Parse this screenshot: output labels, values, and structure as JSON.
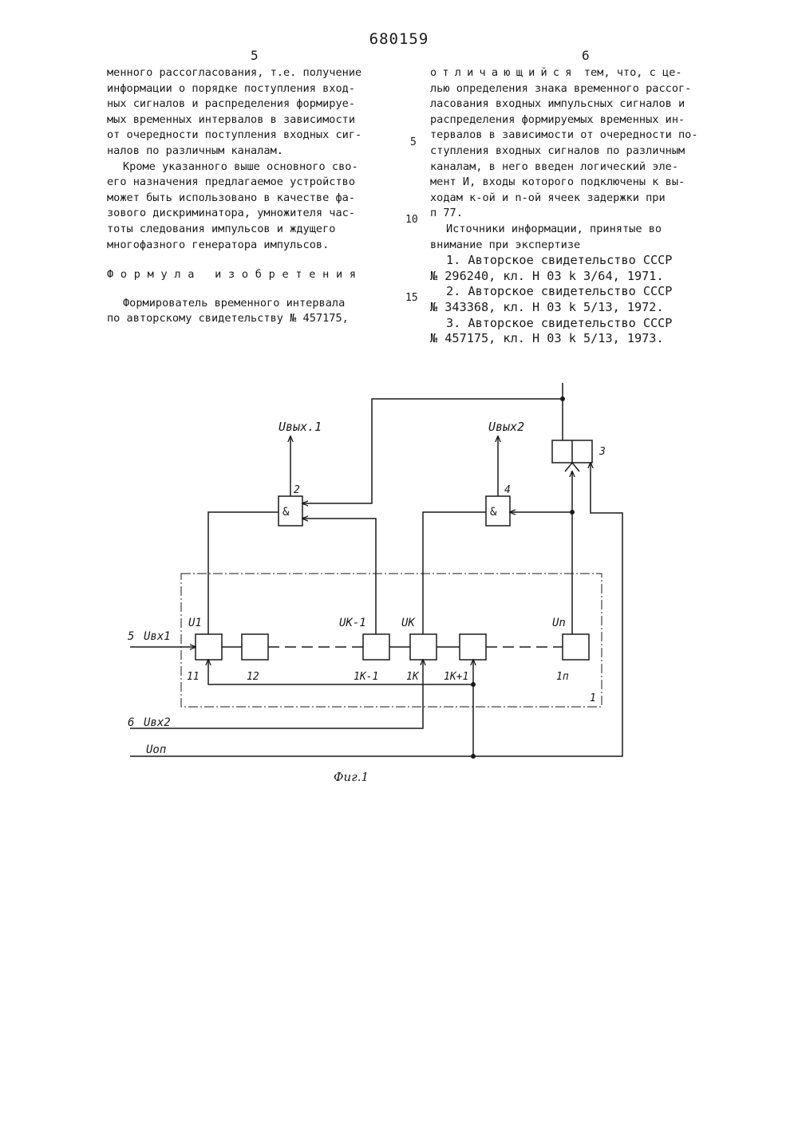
{
  "header": {
    "patent_number": "680159",
    "left_page": "5",
    "right_page": "6"
  },
  "left_column": {
    "para1": [
      "менного рассогласования, т.е. получение",
      "информации о порядке поступления вход-",
      "ных сигналов и распределения формируе-",
      "мых временных интервалов в зависимости",
      "от очередности поступления входных сиг-",
      "налов по различным каналам."
    ],
    "para2": [
      "Кроме указанного выше основного сво-",
      "его назначения предлагаемое устройство",
      "может быть использовано в качестве фа-",
      "зового дискриминатора, умножителя час-",
      "тоты следования импульсов и ждущего",
      "многофазного генератора импульсов."
    ],
    "heading": "Формула изобретения",
    "formula": [
      "Формирователь временного интервала",
      "по авторскому свидетельству № 457175,"
    ]
  },
  "line_numbers": [
    "5",
    "10",
    "15"
  ],
  "right_column": {
    "lines": [
      "отличающийся",
      " тем, что, с це-",
      "лью определения знака временного рассог-",
      "ласования входных импульсных сигналов и",
      "распределения формируемых временных ин-",
      "тервалов в зависимости от очередности по-",
      "ступления входных сигналов по различным",
      "каналам, в него введен логический эле-",
      "мент И, входы которого подключены к вы-",
      "ходам к-ой и   n-ой ячеек задержки при",
      "п 77."
    ],
    "sources_title": [
      "Источники информации, принятые во",
      "внимание при экспертизе"
    ],
    "references": [
      "1. Авторское свидетельство СССР",
      "№ 296240, кл. Н 03 k 3/64, 1971.",
      "2. Авторское свидетельство СССР",
      "№ 343368, кл. Н 03 k 5/13, 1972.",
      "3. Авторское свидетельство СССР",
      "№ 457175, кл. Н 03 k 5/13, 1973."
    ]
  },
  "diagram": {
    "out1": "Uвых.1",
    "out2": "Uвых2",
    "and_symbol": "&",
    "block2_label": "2",
    "block4_label": "4",
    "block3_label": "3",
    "block1_label": "1",
    "in1_num": "5",
    "in1_label": "Uвх1",
    "in2_num": "6",
    "in2_label": "Uвх2",
    "uop": "Uоп",
    "u1": "U1",
    "uk1": "UК-1",
    "uk": "UК",
    "un": "Un",
    "cell_labels": [
      "11",
      "12",
      "1К-1",
      "1К",
      "1К+1",
      "1п"
    ],
    "caption": "Фиг.1"
  }
}
